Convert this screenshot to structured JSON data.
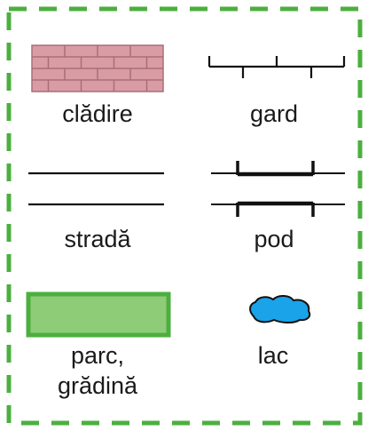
{
  "legend": {
    "border_color": "#4caf3f",
    "items": [
      {
        "id": "cladire",
        "symbol": "brick-wall-icon",
        "label": "clădire",
        "colors": {
          "fill": "#d99ca4",
          "mortar": "#a86f78"
        }
      },
      {
        "id": "gard",
        "symbol": "fence-icon",
        "label": "gard",
        "colors": {
          "line": "#111111"
        }
      },
      {
        "id": "strada",
        "symbol": "street-icon",
        "label": "stradă",
        "colors": {
          "line": "#111111"
        }
      },
      {
        "id": "pod",
        "symbol": "bridge-icon",
        "label": "pod",
        "colors": {
          "line": "#111111"
        }
      },
      {
        "id": "parc",
        "symbol": "park-icon",
        "label_lines": [
          "parc,",
          "grădină"
        ],
        "colors": {
          "fill": "#8fcc78",
          "stroke": "#4caf3f"
        }
      },
      {
        "id": "lac",
        "symbol": "lake-icon",
        "label": "lac",
        "colors": {
          "fill": "#1aa3e8",
          "stroke": "#111111"
        }
      }
    ]
  }
}
